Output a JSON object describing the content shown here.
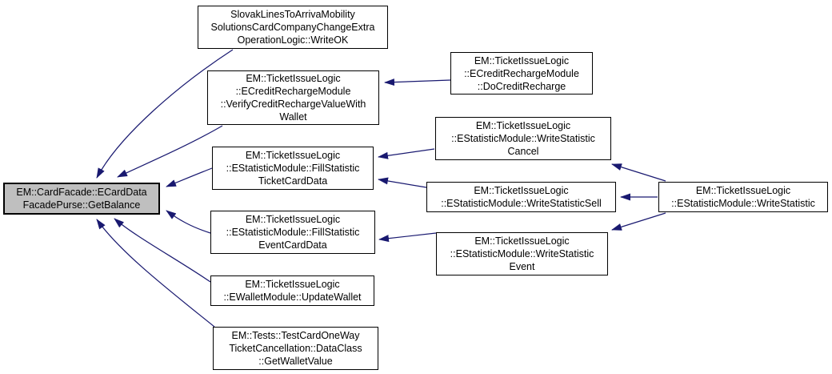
{
  "diagram": {
    "colors": {
      "arrow": "#191970",
      "node_border": "#000000",
      "node_fill": "#ffffff",
      "main_node_fill": "#bfbfbf",
      "background": "#ffffff",
      "text": "#000000"
    }
  },
  "nodes": {
    "main": {
      "label": "EM::CardFacade::ECardData\nFacadePurse::GetBalance"
    },
    "write_ok": {
      "label": "SlovakLinesToArrivaMobility\nSolutionsCardCompanyChangeExtra\nOperationLogic::WriteOK"
    },
    "verify_credit_recharge": {
      "label": "EM::TicketIssueLogic\n::ECreditRechargeModule\n::VerifyCreditRechargeValueWith\nWallet"
    },
    "do_credit_recharge": {
      "label": "EM::TicketIssueLogic\n::ECreditRechargeModule\n::DoCreditRecharge"
    },
    "fill_statistic_ticket_card_data": {
      "label": "EM::TicketIssueLogic\n::EStatisticModule::FillStatistic\nTicketCardData"
    },
    "write_statistic_cancel": {
      "label": "EM::TicketIssueLogic\n::EStatisticModule::WriteStatistic\nCancel"
    },
    "write_statistic_sell": {
      "label": "EM::TicketIssueLogic\n::EStatisticModule::WriteStatisticSell"
    },
    "fill_statistic_event_card_data": {
      "label": "EM::TicketIssueLogic\n::EStatisticModule::FillStatistic\nEventCardData"
    },
    "write_statistic_event": {
      "label": "EM::TicketIssueLogic\n::EStatisticModule::WriteStatistic\nEvent"
    },
    "update_wallet": {
      "label": "EM::TicketIssueLogic\n::EWalletModule::UpdateWallet"
    },
    "get_wallet_value": {
      "label": "EM::Tests::TestCardOneWay\nTicketCancellation::DataClass\n::GetWalletValue"
    },
    "write_statistic": {
      "label": "EM::TicketIssueLogic\n::EStatisticModule::WriteStatistic"
    }
  },
  "edges": [
    {
      "from": "write_ok",
      "to": "main"
    },
    {
      "from": "verify_credit_recharge",
      "to": "main"
    },
    {
      "from": "fill_statistic_ticket_card_data",
      "to": "main"
    },
    {
      "from": "fill_statistic_event_card_data",
      "to": "main"
    },
    {
      "from": "update_wallet",
      "to": "main"
    },
    {
      "from": "get_wallet_value",
      "to": "main"
    },
    {
      "from": "do_credit_recharge",
      "to": "verify_credit_recharge"
    },
    {
      "from": "write_statistic_cancel",
      "to": "fill_statistic_ticket_card_data"
    },
    {
      "from": "write_statistic_sell",
      "to": "fill_statistic_ticket_card_data"
    },
    {
      "from": "write_statistic_event",
      "to": "fill_statistic_event_card_data"
    },
    {
      "from": "write_statistic",
      "to": "write_statistic_cancel"
    },
    {
      "from": "write_statistic",
      "to": "write_statistic_sell"
    },
    {
      "from": "write_statistic",
      "to": "write_statistic_event"
    }
  ]
}
